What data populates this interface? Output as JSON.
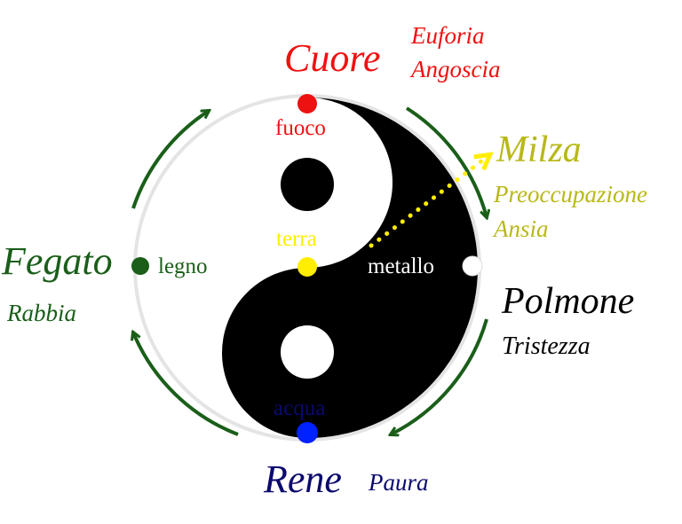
{
  "colors": {
    "fire": "#ee1111",
    "earth": "#b8b818",
    "earth_dot": "#ffee00",
    "wood": "#1a5e1a",
    "metal": "#000000",
    "water": "#0a0a6e",
    "water_dot": "#0022ff",
    "arrow": "#1a5e1a"
  },
  "elements": {
    "fire": {
      "organ": "Cuore",
      "element": "fuoco",
      "emotions": [
        "Euforia",
        "Angoscia"
      ]
    },
    "earth": {
      "organ": "Milza",
      "element": "terra",
      "emotions": [
        "Preoccupazione",
        "Ansia"
      ]
    },
    "metal": {
      "organ": "Polmone",
      "element": "metallo",
      "emotions": [
        "Tristezza"
      ]
    },
    "water": {
      "organ": "Rene",
      "element": "acqua",
      "emotions": [
        "Paura"
      ]
    },
    "wood": {
      "organ": "Fegato",
      "element": "legno",
      "emotions": [
        "Rabbia"
      ]
    }
  }
}
